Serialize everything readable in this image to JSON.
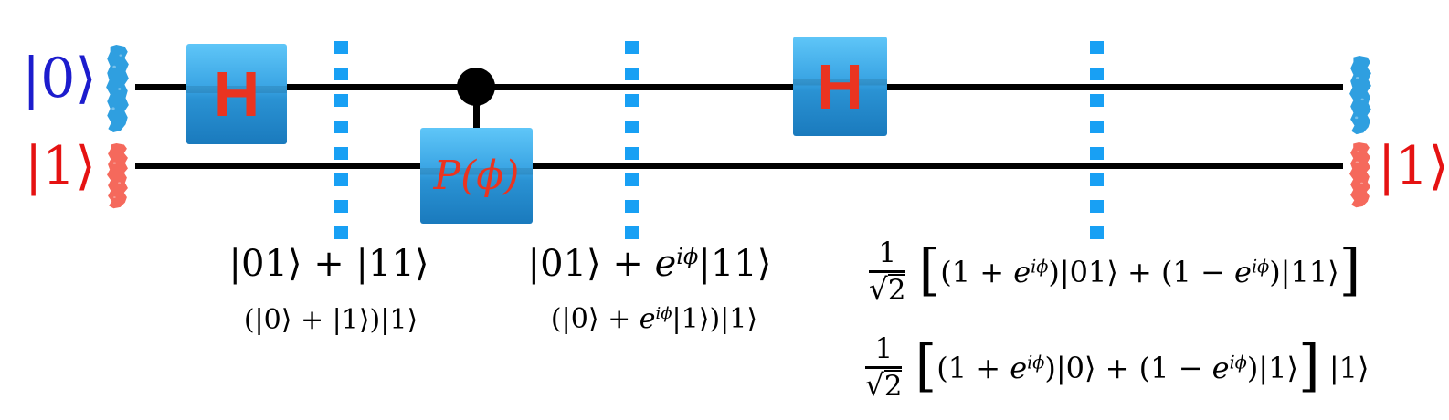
{
  "figure": {
    "title": "controlled-phase quantum circuit with state annotations"
  },
  "circuit": {
    "qubit0": {
      "input_label": "|0⟩"
    },
    "qubit1": {
      "input_label": "|1⟩",
      "output_label": "|1⟩"
    },
    "gates": {
      "hadamard1": "H",
      "controlled_phase": "P(ϕ)",
      "hadamard2": "H"
    }
  },
  "annotations": {
    "after_barrier1": {
      "line1": "|01⟩ + |11⟩",
      "line2": "(|0⟩ + |1⟩)|1⟩"
    },
    "after_barrier2": {
      "line1": "|01⟩ + e^{iϕ}|11⟩",
      "line2": "(|0⟩ + e^{iϕ}|1⟩)|1⟩"
    },
    "after_barrier3": {
      "line1": {
        "frac_num": "1",
        "radical": "√",
        "radicand": "2",
        "expr": "[(1 + e^{iϕ})|01⟩ + (1 − e^{iϕ})|11⟩]"
      },
      "line2": {
        "frac_num": "1",
        "radical": "√",
        "radicand": "2",
        "expr": "[(1 + e^{iϕ})|0⟩ + (1 − e^{iϕ})|1⟩] |1⟩"
      }
    }
  },
  "colors": {
    "qubit0_label": "#1c1ccd",
    "qubit1_label": "#e51212",
    "wire": "#000000",
    "barrier": "#18a0f4",
    "gate_top": "#5fc6f8",
    "gate_bottom": "#1a7abd",
    "gate_text": "#ea3420",
    "scribble_blue": "#2f9fe0",
    "scribble_red": "#f5695c"
  }
}
